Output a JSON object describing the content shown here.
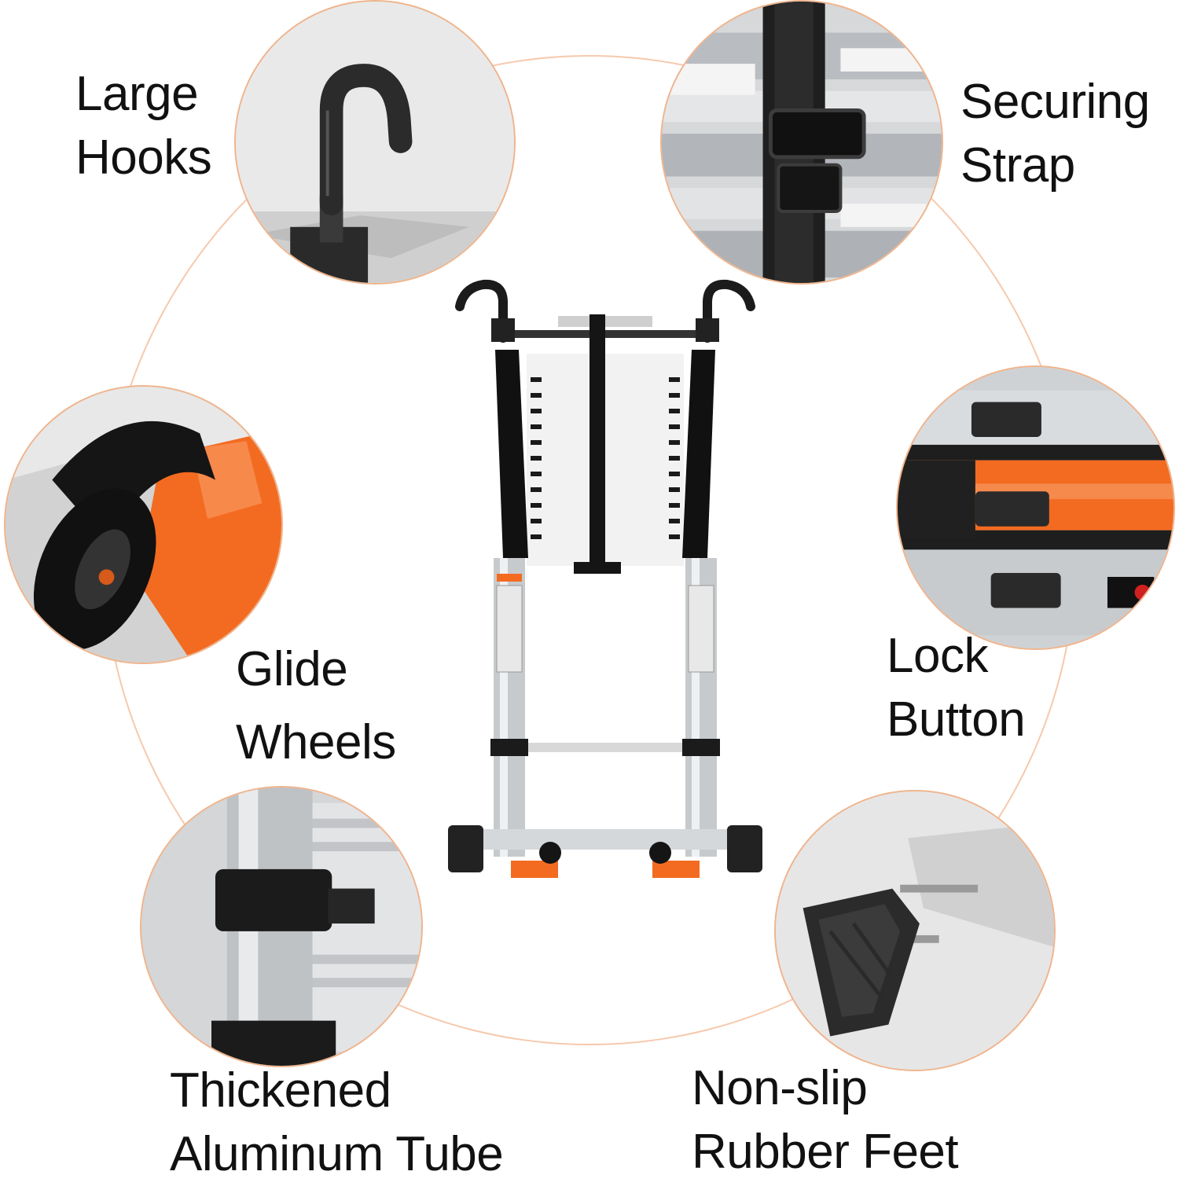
{
  "features": {
    "hooks": {
      "line1": "Large",
      "line2": "Hooks"
    },
    "strap": {
      "line1": "Securing",
      "line2": "Strap"
    },
    "wheels": {
      "line1": "Glide",
      "line2": "Wheels"
    },
    "lock": {
      "line1": "Lock",
      "line2": "Button"
    },
    "tube": {
      "line1": "Thickened",
      "line2": "Aluminum Tube"
    },
    "feet": {
      "line1": "Non-slip",
      "line2": "Rubber Feet"
    }
  },
  "colors": {
    "accent": "#f36b21",
    "ring": "#f6c9ac",
    "aluminum": "#c9ccd0",
    "black": "#1b1b1b"
  }
}
